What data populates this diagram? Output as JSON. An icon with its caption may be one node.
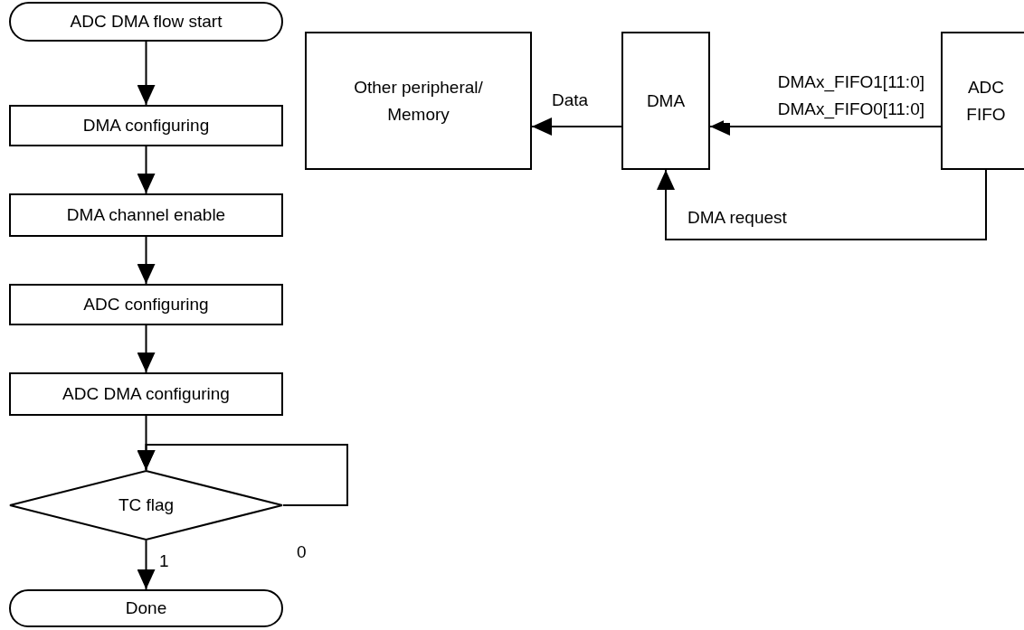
{
  "diagram": {
    "nodes": [
      {
        "text": [
          "ADC DMA flow start"
        ]
      },
      {
        "text": [
          "DMA configuring"
        ]
      },
      {
        "text": [
          "DMA channel enable"
        ]
      },
      {
        "text": [
          "ADC configuring"
        ]
      },
      {
        "text": [
          "ADC DMA configuring"
        ]
      },
      {
        "text": [
          "TC flag"
        ]
      },
      {
        "text": [
          "Done"
        ]
      },
      {
        "text": [
          "Other peripheral/ Memory"
        ]
      },
      {
        "text": [
          "DMA"
        ]
      },
      {
        "text": [
          "ADC FIFO"
        ]
      }
    ],
    "edges": [
      {
        "from": 0,
        "to": 1,
        "arrow": "to"
      },
      {
        "from": 1,
        "to": 2,
        "arrow": "to"
      },
      {
        "from": 2,
        "to": 3,
        "arrow": "to"
      },
      {
        "from": 3,
        "to": 4,
        "arrow": "to"
      },
      {
        "from": 4,
        "to": 5,
        "arrow": "to"
      },
      {
        "from": 5,
        "to": 5,
        "arrow": "to",
        "label": "0"
      },
      {
        "from": 5,
        "to": 6,
        "arrow": "to",
        "label": "1"
      },
      {
        "from": 9,
        "to": 8,
        "arrow": "to",
        "label": "DMAx_FIFO1[11:0] DMAx_FIFO0[11:0]"
      },
      {
        "from": 8,
        "to": 7,
        "arrow": "to",
        "label": "Data"
      },
      {
        "from": 9,
        "to": 8,
        "arrow": "to",
        "label": "DMA request"
      }
    ]
  }
}
